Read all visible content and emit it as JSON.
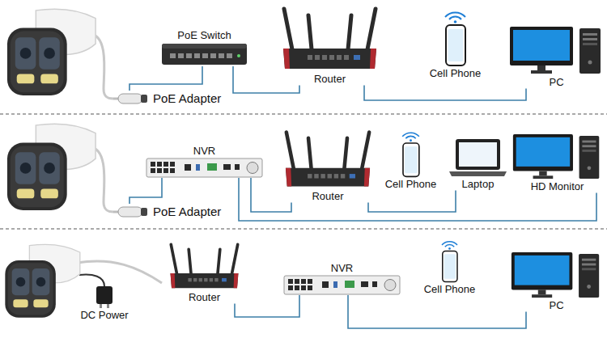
{
  "diagram": {
    "nodes": [
      {
        "text": [
          "PoE Adapter"
        ]
      },
      {
        "text": [
          "PoE Switch"
        ]
      },
      {
        "text": [
          "Router"
        ]
      },
      {
        "text": [
          "Cell Phone"
        ]
      },
      {
        "text": [
          "PC"
        ]
      },
      {
        "text": [
          "PoE Adapter"
        ]
      },
      {
        "text": [
          "NVR"
        ]
      },
      {
        "text": [
          "Router"
        ]
      },
      {
        "text": [
          "Cell Phone"
        ]
      },
      {
        "text": [
          "Laptop"
        ]
      },
      {
        "text": [
          "HD Monitor"
        ]
      },
      {
        "text": [
          "DC Power"
        ]
      },
      {
        "text": [
          "Router"
        ]
      },
      {
        "text": [
          "NVR"
        ]
      },
      {
        "text": [
          "Cell Phone"
        ]
      },
      {
        "text": [
          "PC"
        ]
      }
    ],
    "edges": [
      {
        "from": 0,
        "to": 1,
        "arrow": "none"
      },
      {
        "from": 1,
        "to": 2,
        "arrow": "none"
      },
      {
        "from": 2,
        "to": 4,
        "arrow": "none"
      },
      {
        "from": 5,
        "to": 6,
        "arrow": "none"
      },
      {
        "from": 6,
        "to": 7,
        "arrow": "none"
      },
      {
        "from": 7,
        "to": 9,
        "arrow": "none"
      },
      {
        "from": 6,
        "to": 10,
        "arrow": "none"
      },
      {
        "from": 12,
        "to": 13,
        "arrow": "none"
      },
      {
        "from": 13,
        "to": 15,
        "arrow": "none"
      }
    ]
  }
}
